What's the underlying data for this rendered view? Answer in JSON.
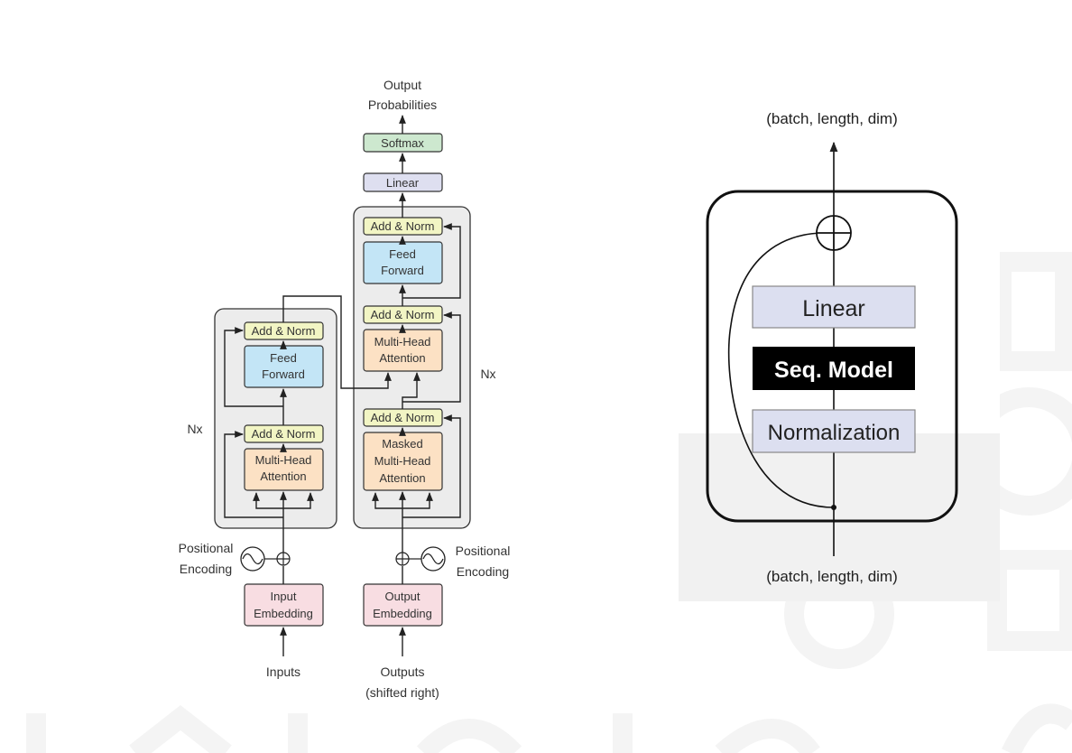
{
  "transformer": {
    "output_probabilities": [
      "Output",
      "Probabilities"
    ],
    "softmax": "Softmax",
    "linear": "Linear",
    "add_norm": "Add & Norm",
    "feed_forward": [
      "Feed",
      "Forward"
    ],
    "multi_head_attention": [
      "Multi-Head",
      "Attention"
    ],
    "masked_attention": [
      "Masked",
      "Multi-Head",
      "Attention"
    ],
    "nx": "Nx",
    "positional_encoding": [
      "Positional",
      "Encoding"
    ],
    "input_embedding": [
      "Input",
      "Embedding"
    ],
    "output_embedding": [
      "Output",
      "Embedding"
    ],
    "inputs": "Inputs",
    "outputs": [
      "Outputs",
      "(shifted right)"
    ],
    "colors": {
      "add_norm": "#f2f5c4",
      "feed_forward": "#c3e5f6",
      "attention": "#fce1c4",
      "embedding": "#f8dde2",
      "linear": "#dedff0",
      "softmax": "#cde8cf",
      "block_bg": "#ececec"
    }
  },
  "block": {
    "top_label": "(batch, length, dim)",
    "bottom_label": "(batch, length, dim)",
    "linear": "Linear",
    "seq_model": "Seq. Model",
    "normalization": "Normalization",
    "colors": {
      "box_fill": "#dcdff0",
      "seq_model_fill": "#000000",
      "seq_model_text": "#ffffff"
    }
  }
}
